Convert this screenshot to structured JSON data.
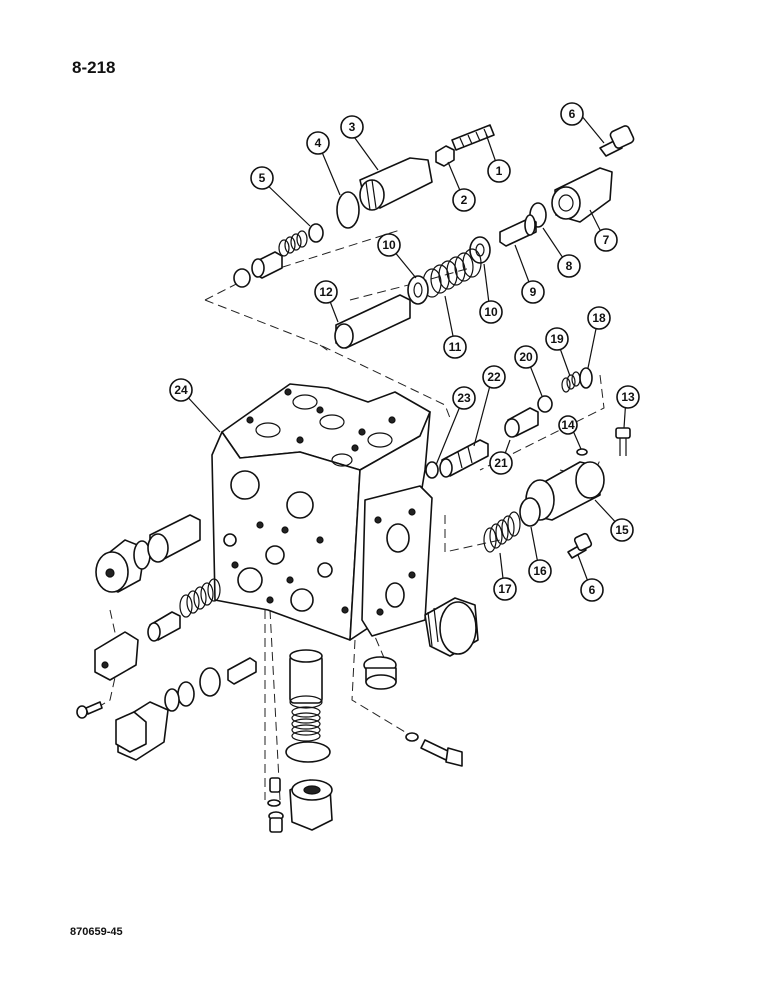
{
  "page": {
    "number": "8-218",
    "figure_code": "870659-45"
  },
  "callouts": [
    {
      "id": "c1",
      "label": "1"
    },
    {
      "id": "c2",
      "label": "2"
    },
    {
      "id": "c3",
      "label": "3"
    },
    {
      "id": "c4",
      "label": "4"
    },
    {
      "id": "c5",
      "label": "5"
    },
    {
      "id": "c6a",
      "label": "6"
    },
    {
      "id": "c7",
      "label": "7"
    },
    {
      "id": "c8",
      "label": "8"
    },
    {
      "id": "c9",
      "label": "9"
    },
    {
      "id": "c10a",
      "label": "10"
    },
    {
      "id": "c10b",
      "label": "10"
    },
    {
      "id": "c11",
      "label": "11"
    },
    {
      "id": "c12",
      "label": "12"
    },
    {
      "id": "c13",
      "label": "13"
    },
    {
      "id": "c14",
      "label": "14"
    },
    {
      "id": "c15",
      "label": "15"
    },
    {
      "id": "c16",
      "label": "16"
    },
    {
      "id": "c17",
      "label": "17"
    },
    {
      "id": "c6b",
      "label": "6"
    },
    {
      "id": "c18",
      "label": "18"
    },
    {
      "id": "c19",
      "label": "19"
    },
    {
      "id": "c20",
      "label": "20"
    },
    {
      "id": "c21",
      "label": "21"
    },
    {
      "id": "c22",
      "label": "22"
    },
    {
      "id": "c23",
      "label": "23"
    },
    {
      "id": "c24",
      "label": "24"
    }
  ]
}
